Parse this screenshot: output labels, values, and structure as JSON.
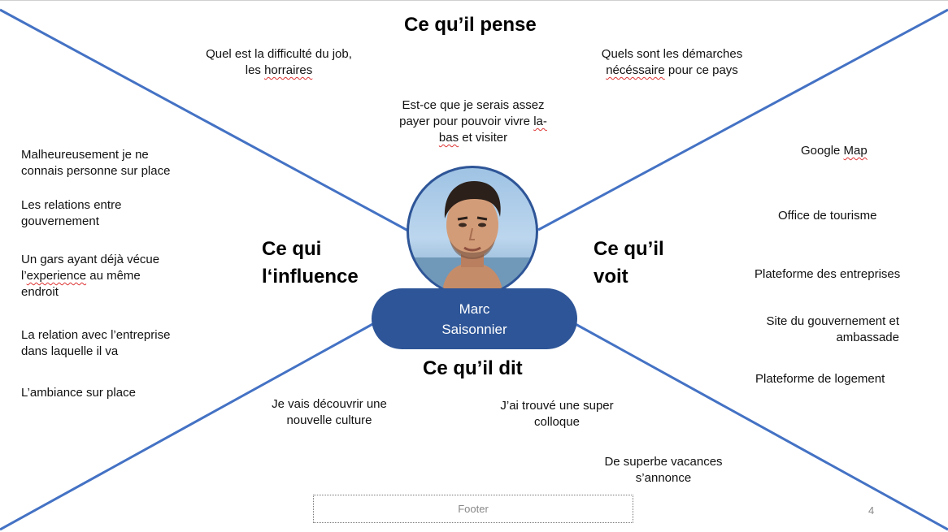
{
  "headings": {
    "pense": "Ce qu’il pense",
    "influence_line1": "Ce qui",
    "influence_line2": "l‘influence",
    "voit_line1": "Ce qu’il",
    "voit_line2": "voit",
    "dit": "Ce qu’il dit"
  },
  "persona": {
    "first_name": "Marc",
    "last_name": "Saisonnier"
  },
  "pense": {
    "n1_line1": "Quel est la difficulté du job,",
    "n1_line2_a": "les ",
    "n1_line2_b": "horraires",
    "n2_line1": "Quels sont les démarches",
    "n2_line2_a": "nécéssaire",
    "n2_line2_b": " pour ce pays",
    "n3_line1": "Est-ce que je serais assez",
    "n3_line2_a": "payer pour pouvoir vivre ",
    "n3_line2_b": "la-",
    "n3_line3_a": "bas",
    "n3_line3_b": " et visiter"
  },
  "influence": {
    "n1_line1": "Malheureusement je ne",
    "n1_line2": "connais personne sur place",
    "n2_line1": "Les relations entre",
    "n2_line2": "gouvernement",
    "n3_line1": "Un gars ayant déjà vécue",
    "n3_line2_a": "l’",
    "n3_line2_b": "experience",
    "n3_line2_c": " au même",
    "n3_line3": "endroit",
    "n4_line1": "La relation avec l’entreprise",
    "n4_line2": "dans laquelle il va",
    "n5": "L’ambiance sur place"
  },
  "voit": {
    "n1_a": "Google ",
    "n1_b": "Map",
    "n2": "Office de tourisme",
    "n3": "Plateforme des entreprises",
    "n4_line1": "Site du gouvernement et",
    "n4_line2": "ambassade",
    "n5": "Plateforme de logement"
  },
  "dit": {
    "n1_line1": "Je vais découvrir une",
    "n1_line2": "nouvelle culture",
    "n2_line1": "J’ai trouvé une super",
    "n2_line2": "colloque",
    "n3_line1": "De superbe vacances",
    "n3_line2": "s’annonce"
  },
  "footer": {
    "text": "Footer",
    "page_number": "4"
  },
  "colors": {
    "accent": "#2e5597",
    "line": "#4472c4",
    "spellcheck": "#dd3333"
  }
}
